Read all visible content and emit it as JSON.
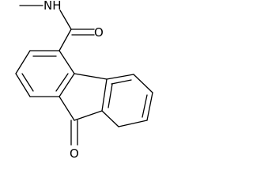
{
  "atoms": {
    "amide_nitrogen": "NH",
    "amide_oxygen": "O",
    "ketone_oxygen": "O"
  }
}
